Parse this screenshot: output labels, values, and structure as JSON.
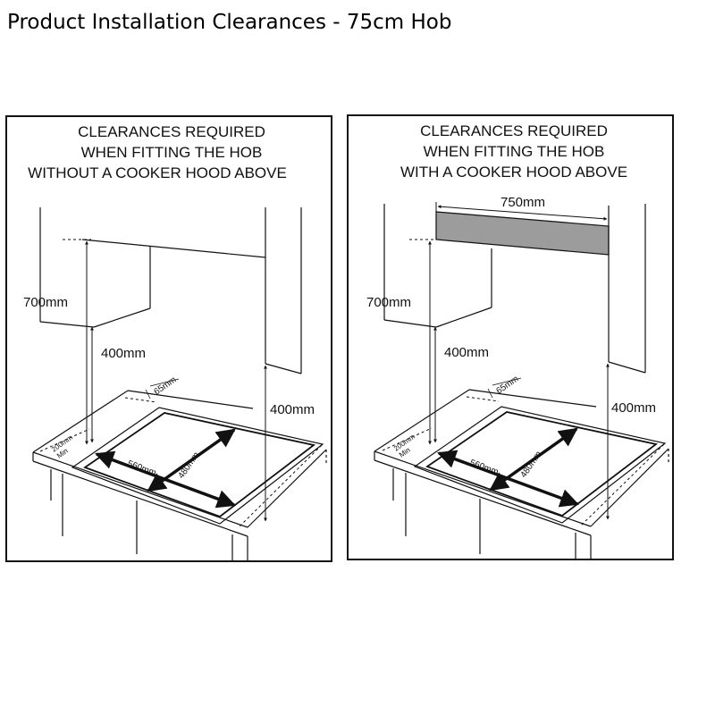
{
  "title": "Product Installation Clearances - 75cm Hob",
  "colors": {
    "ink": "#111111",
    "hood": "#9c9c9c"
  },
  "panels": [
    {
      "heading": [
        "CLEARANCES REQUIRED",
        "WHEN FITTING THE HOB",
        "WITHOUT A COOKER HOOD ABOVE"
      ],
      "dims": {
        "d700": "700mm",
        "d400a": "400mm",
        "d400b": "400mm",
        "d65": "65mm",
        "d200": "200mm",
        "dmin": "Min",
        "d560": "560mm",
        "d480": "480mm"
      }
    },
    {
      "heading": [
        "CLEARANCES REQUIRED",
        "WHEN FITTING THE HOB",
        "WITH A COOKER HOOD ABOVE"
      ],
      "hood_width": "750mm",
      "dims": {
        "d700": "700mm",
        "d400a": "400mm",
        "d400b": "400mm",
        "d65": "65mm",
        "d200": "200mm",
        "dmin": "Min",
        "d560": "560mm",
        "d480": "480mm"
      }
    }
  ]
}
